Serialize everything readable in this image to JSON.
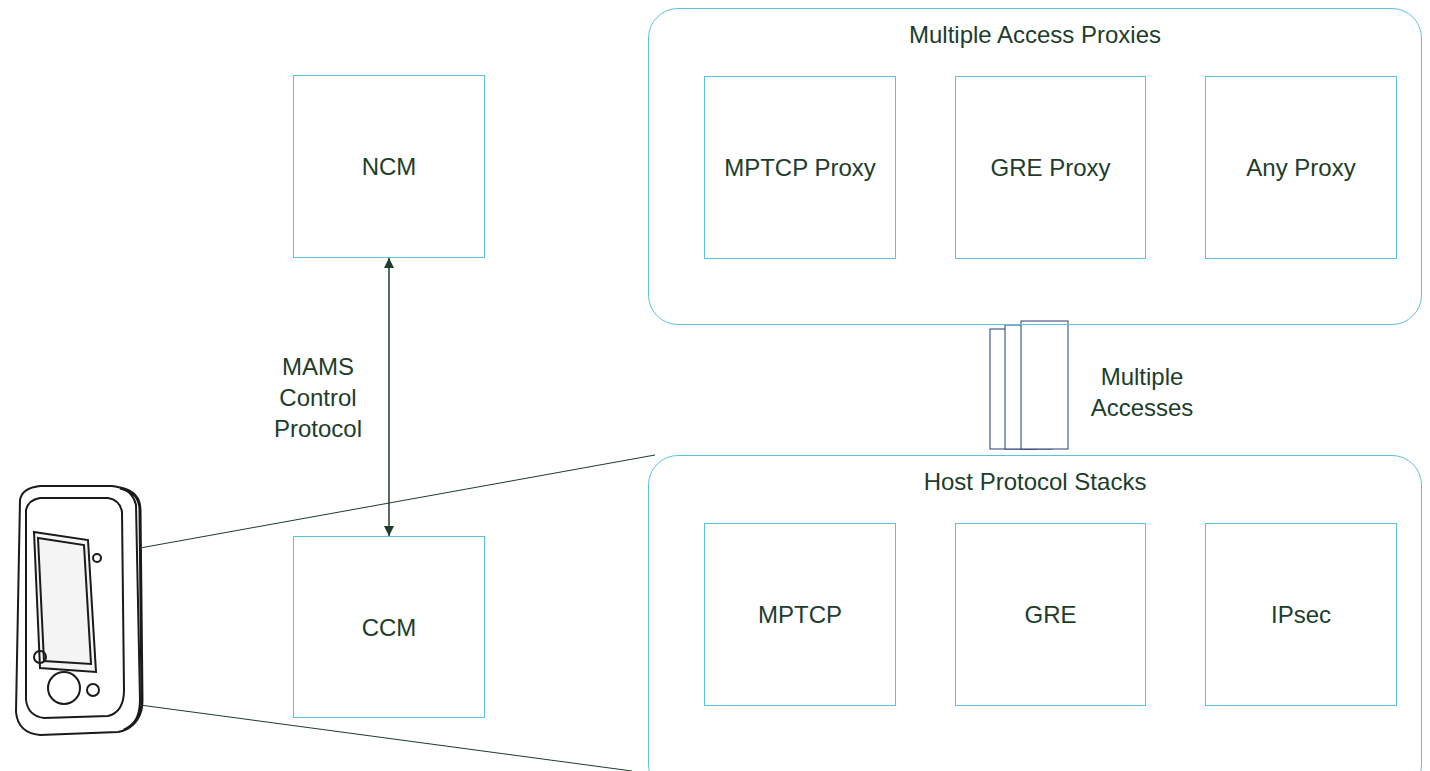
{
  "diagram": {
    "nodes": [
      {
        "text": [
          "NCM"
        ]
      },
      {
        "text": [
          "Multiple Access Proxies"
        ]
      },
      {
        "text": [
          "MPTCP Proxy"
        ],
        "in": 1
      },
      {
        "text": [
          "GRE Proxy"
        ],
        "in": 1
      },
      {
        "text": [
          "Any Proxy"
        ],
        "in": 1
      },
      {
        "text": [
          "CCM"
        ]
      },
      {
        "text": [
          "Host Protocol Stacks"
        ]
      },
      {
        "text": [
          "MPTCP"
        ],
        "in": 6
      },
      {
        "text": [
          "GRE"
        ],
        "in": 6
      },
      {
        "text": [
          "IPsec"
        ],
        "in": 6
      }
    ],
    "edges": [
      {
        "from": 0,
        "to": 5,
        "label": "MAMS Control Protocol",
        "arrow": "both"
      },
      {
        "from": 6,
        "to": 1,
        "label": "Multiple Accesses",
        "arrow": "none"
      }
    ]
  }
}
